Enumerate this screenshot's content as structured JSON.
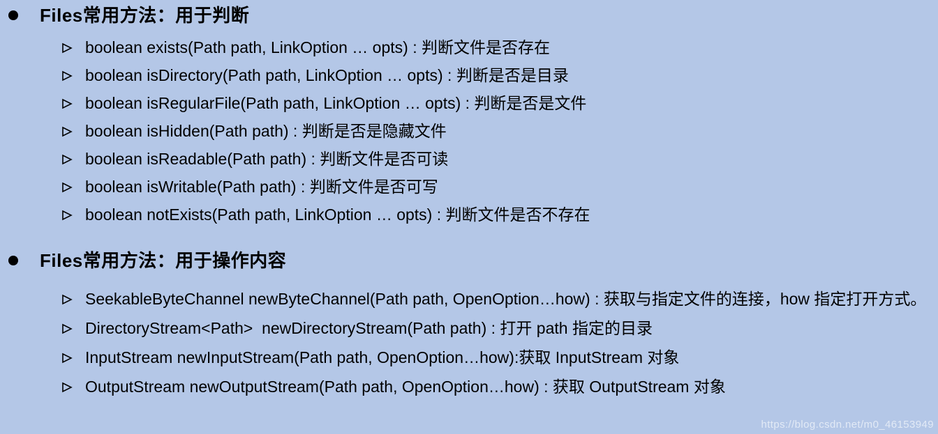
{
  "page": {
    "background_color": "#b4c7e7",
    "text_color": "#000000",
    "watermark": "https://blog.csdn.net/m0_46153949"
  },
  "sections": [
    {
      "title": "Files常用方法：用于判断",
      "items": [
        "boolean exists(Path path, LinkOption … opts) : 判断文件是否存在",
        "boolean isDirectory(Path path, LinkOption … opts) : 判断是否是目录",
        "boolean isRegularFile(Path path, LinkOption … opts) : 判断是否是文件",
        "boolean isHidden(Path path) : 判断是否是隐藏文件",
        "boolean isReadable(Path path) : 判断文件是否可读",
        "boolean isWritable(Path path) : 判断文件是否可写",
        "boolean notExists(Path path, LinkOption … opts) : 判断文件是否不存在"
      ]
    },
    {
      "title": "Files常用方法：用于操作内容",
      "items": [
        "SeekableByteChannel newByteChannel(Path path, OpenOption…how) : 获取与指定文件的连接，how 指定打开方式。",
        "DirectoryStream<Path>  newDirectoryStream(Path path) : 打开 path 指定的目录",
        "InputStream newInputStream(Path path, OpenOption…how):获取 InputStream 对象",
        "OutputStream newOutputStream(Path path, OpenOption…how) : 获取 OutputStream 对象"
      ]
    }
  ]
}
